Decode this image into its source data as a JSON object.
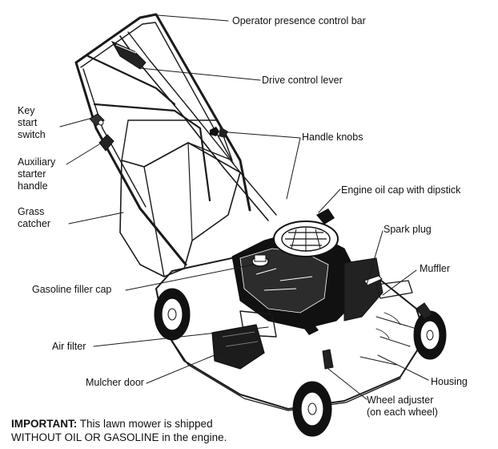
{
  "labels": {
    "operator_bar": "Operator presence control bar",
    "drive_lever": "Drive control lever",
    "key_start_1": "Key",
    "key_start_2": "start",
    "key_start_3": "switch",
    "aux_1": "Auxiliary",
    "aux_2": "starter",
    "aux_3": "handle",
    "handle_knobs": "Handle knobs",
    "oil_cap": "Engine oil cap with dipstick",
    "grass_1": "Grass",
    "grass_2": "catcher",
    "spark_plug": "Spark plug",
    "muffler": "Muffler",
    "fuel_cap": "Gasoline filler cap",
    "air_filter": "Air filter",
    "housing": "Housing",
    "mulcher": "Mulcher door",
    "wheel_adj_1": "Wheel adjuster",
    "wheel_adj_2": "(on each wheel)"
  },
  "note": {
    "important": "IMPORTANT:",
    "line1": " This lawn mower is shipped",
    "line2": "WITHOUT OIL OR GASOLINE in the engine."
  },
  "colors": {
    "ink": "#1a1a1a",
    "paper": "#ffffff",
    "shade": "#222222"
  }
}
